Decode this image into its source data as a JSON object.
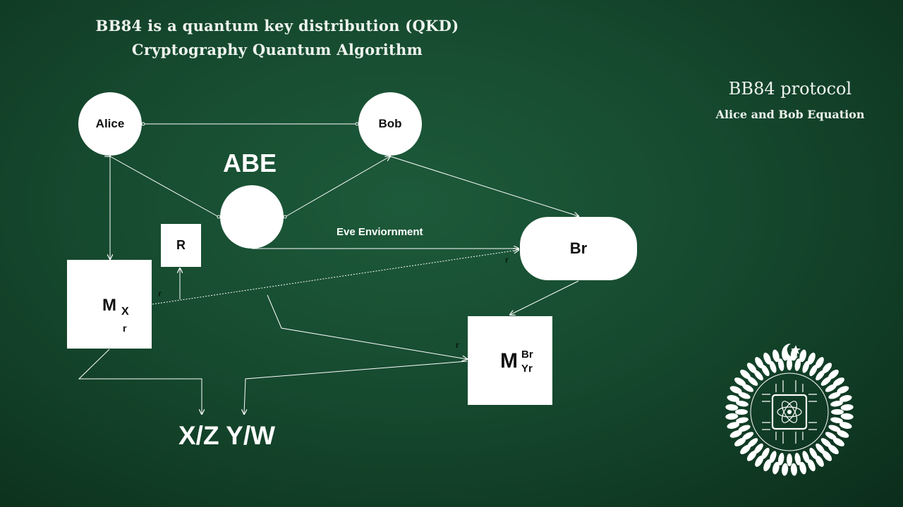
{
  "header": {
    "title_line1": "BB84 is a quantum key distribution (QKD)",
    "title_line2": "Cryptography Quantum Algorithm"
  },
  "side": {
    "title": "BB84 protocol",
    "subtitle": "Alice and Bob Equation"
  },
  "diagram": {
    "alice": "Alice",
    "bob": "Bob",
    "abe": "ABE",
    "eve_environment": "Eve Enviornment",
    "br": "Br",
    "r_box": "R",
    "mx": {
      "main": "M",
      "sub": "X",
      "sub2": "r"
    },
    "mb": {
      "main": "M",
      "sup": "Br",
      "sub": "Yr"
    },
    "edge_label_r": "r",
    "output": "X/Z Y/W"
  },
  "logo": {
    "icon": "atom-crescent-emblem-icon"
  },
  "colors": {
    "background": "#164a2f",
    "node_fill": "#ffffff",
    "line": "#ffffff"
  }
}
